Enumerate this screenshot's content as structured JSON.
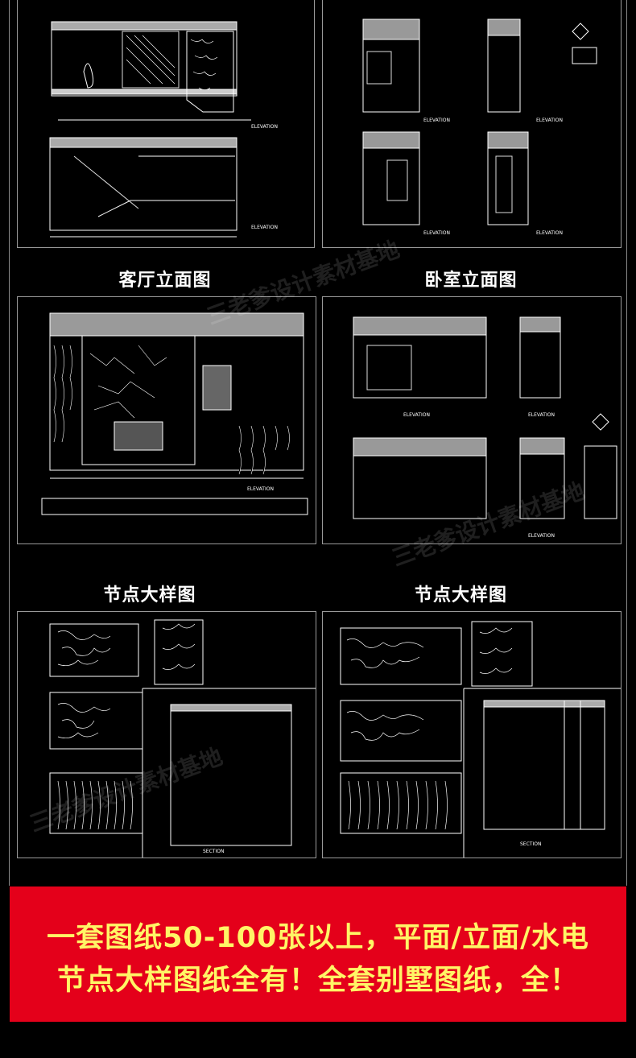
{
  "sections": [
    {
      "caption": "客厅立面图"
    },
    {
      "caption": "卧室立面图"
    },
    {
      "caption": "节点大样图"
    },
    {
      "caption": "节点大样图"
    }
  ],
  "drawing_labels": {
    "elevation": "ELEVATION",
    "section": "SECTION"
  },
  "banner": {
    "line1": "一套图纸50-100张以上，平面/立面/水电",
    "line2": "节点大样图纸全有！全套别墅图纸，全！"
  },
  "watermark": "三老爹设计素材基地",
  "colors": {
    "background": "#000000",
    "banner_bg": "#e4001a",
    "banner_text": "#fff566"
  }
}
